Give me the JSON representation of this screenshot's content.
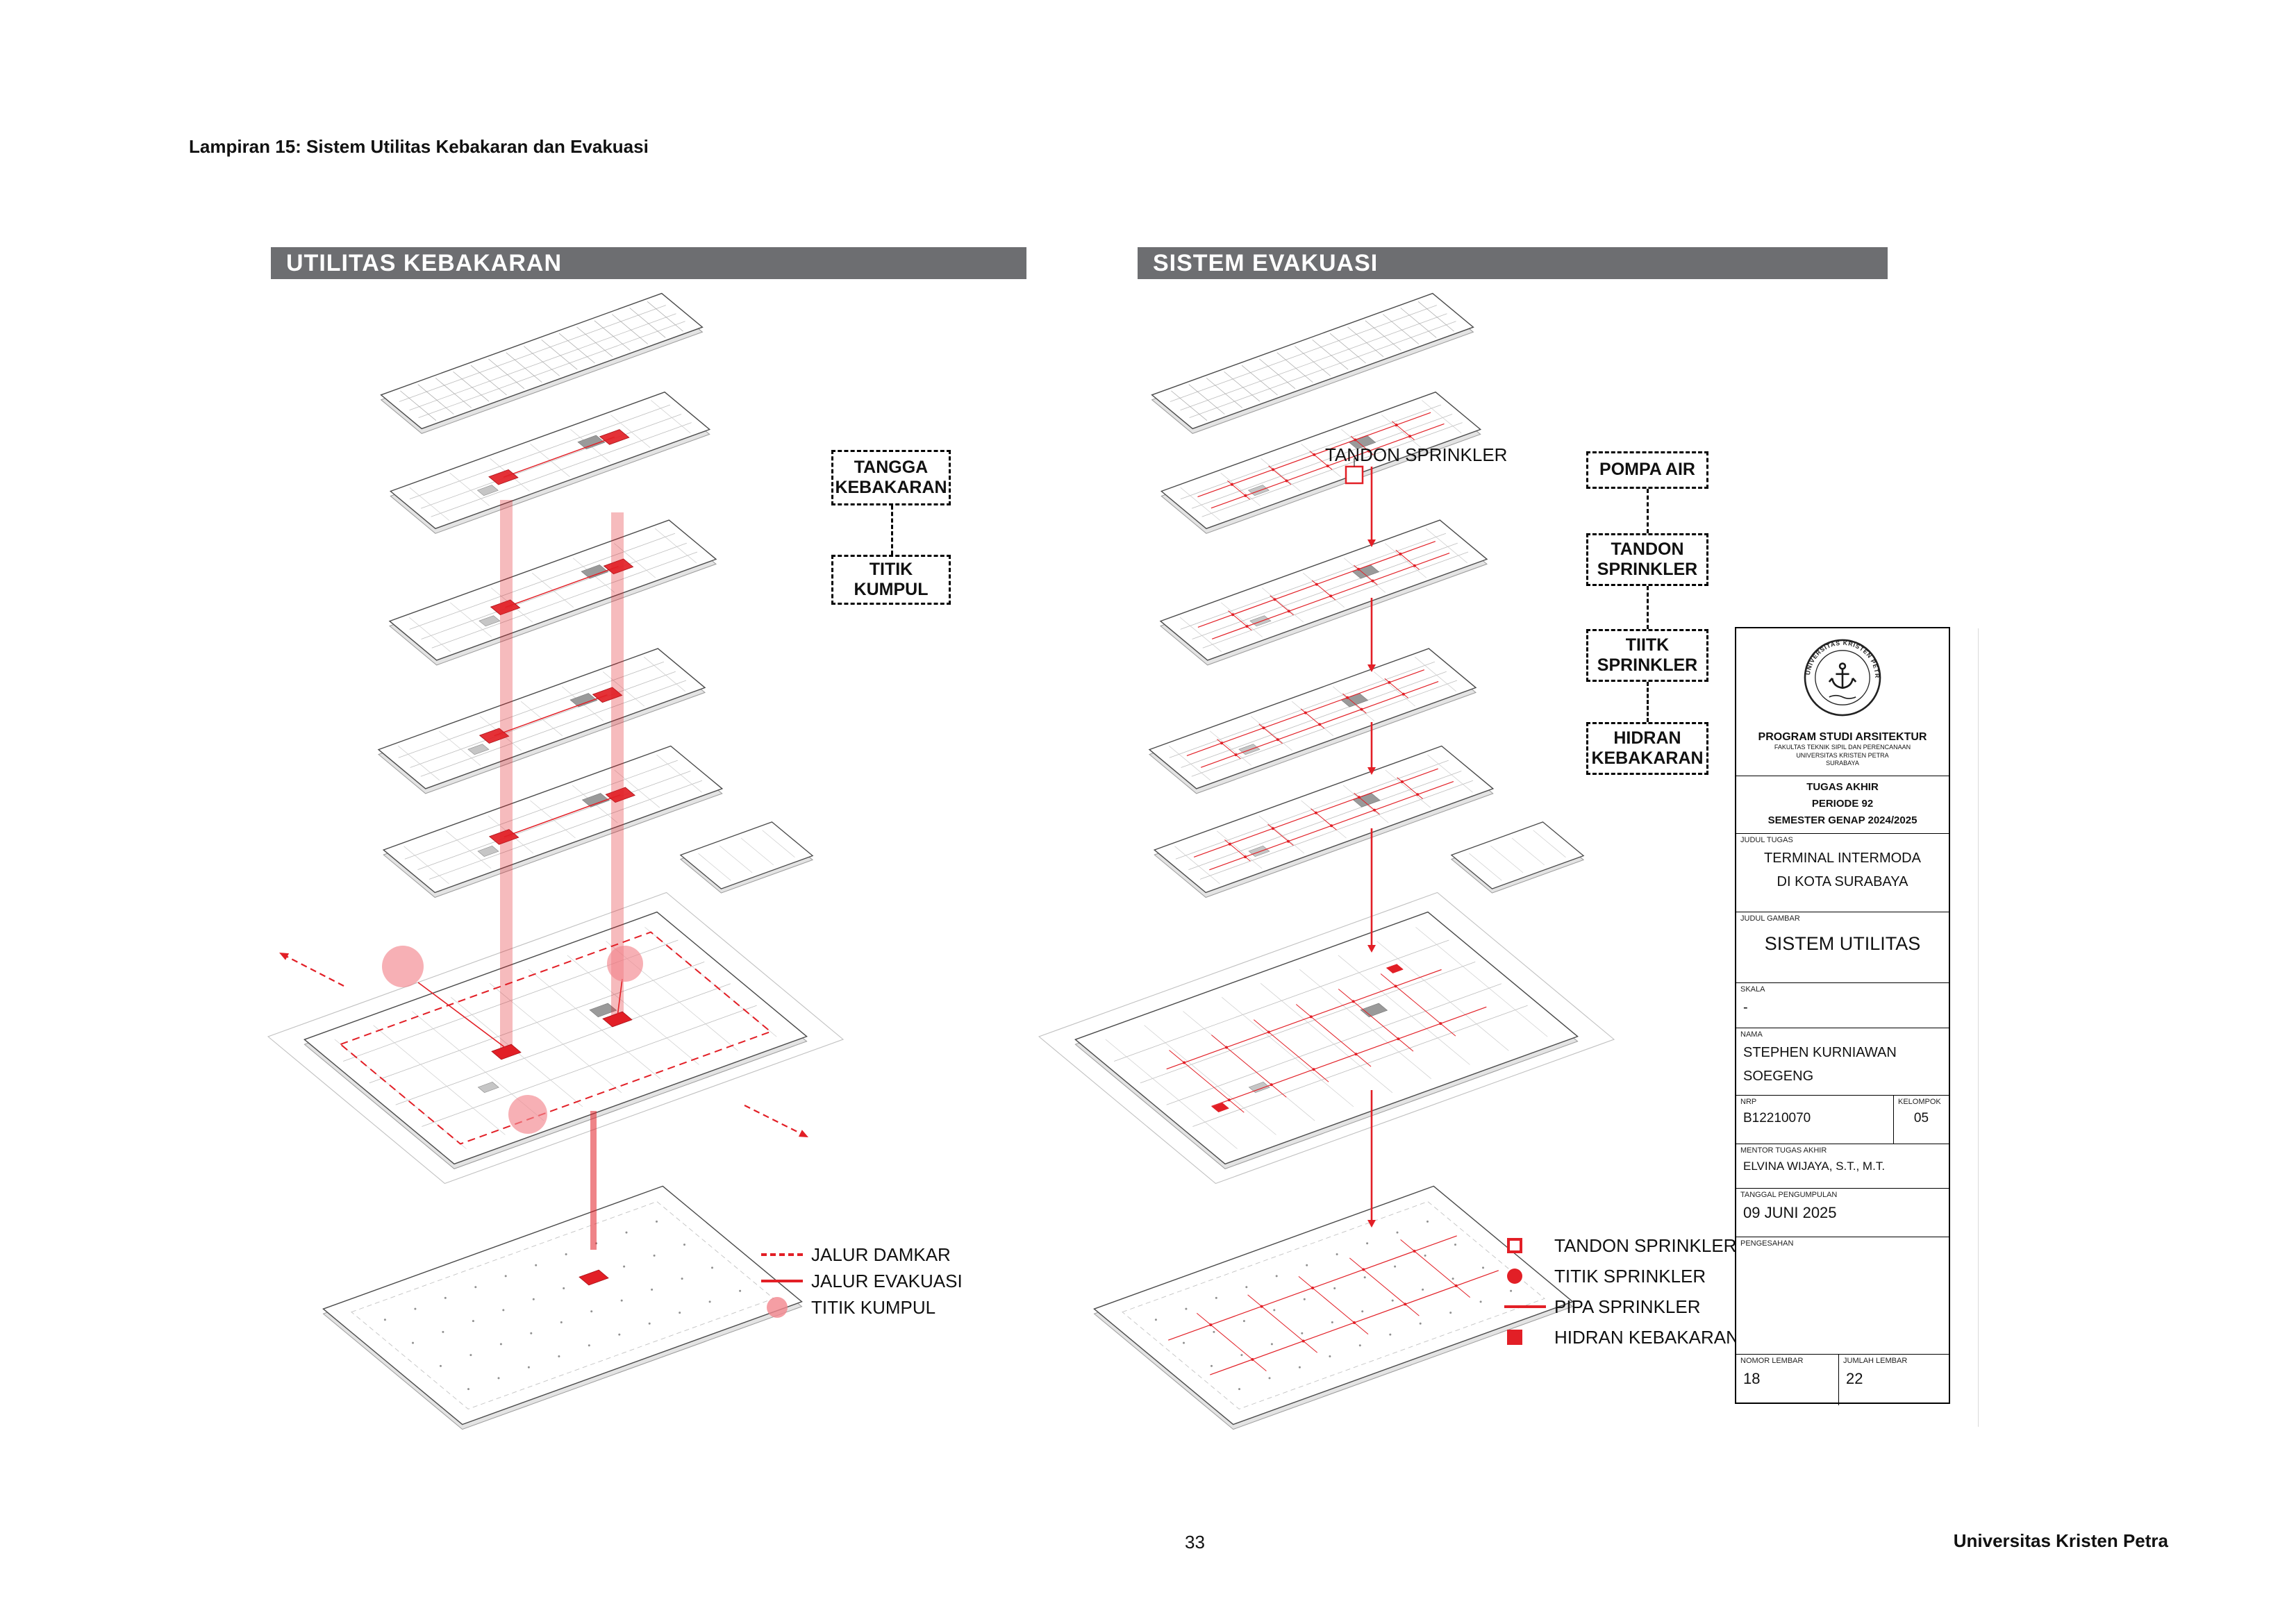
{
  "colors": {
    "accent_red": "#e21f26",
    "pink": "#f2868d",
    "header_bar_gray": "#6d6e71"
  },
  "page": {
    "header": "Lampiran 15: Sistem Utilitas Kebakaran dan Evakuasi",
    "page_number": "33",
    "footer_right": "Universitas Kristen Petra"
  },
  "left_panel": {
    "title": "UTILITAS KEBAKARAN",
    "callouts": [
      {
        "label": "TANGGA\nKEBAKARAN"
      },
      {
        "label": "TITIK\nKUMPUL"
      }
    ],
    "legend": [
      {
        "icon": "red-dashed-line",
        "label": "JALUR DAMKAR"
      },
      {
        "icon": "red-solid-line",
        "label": "JALUR EVAKUASI"
      },
      {
        "icon": "pink-filled-circle",
        "label": "TITIK KUMPUL"
      }
    ]
  },
  "right_panel": {
    "title": "SISTEM EVAKUASI",
    "annotation": "TANDON SPRINKLER",
    "callouts": [
      {
        "label": "POMPA AIR"
      },
      {
        "label": "TANDON\nSPRINKLER"
      },
      {
        "label": "TIITK\nSPRINKLER"
      },
      {
        "label": "HIDRAN\nKEBAKARAN"
      }
    ],
    "legend": [
      {
        "icon": "red-square-outline",
        "label": "TANDON SPRINKLER"
      },
      {
        "icon": "red-filled-circle",
        "label": "TITIK SPRINKLER"
      },
      {
        "icon": "red-solid-line",
        "label": "PIPA SPRINKLER"
      },
      {
        "icon": "red-filled-square",
        "label": "HIDRAN KEBAKARAN"
      }
    ]
  },
  "title_block": {
    "emblem_text": "UNIVERSITAS KRISTEN PETRA",
    "program": "PROGRAM STUDI ARSITEKTUR",
    "faculty_line1": "FAKULTAS TEKNIK SIPIL DAN PERENCANAAN",
    "faculty_line2": "UNIVERSITAS KRISTEN PETRA",
    "faculty_line3": "SURABAYA",
    "project_line1": "TUGAS AKHIR",
    "project_line2": "PERIODE 92",
    "project_line3": "SEMESTER GENAP 2024/2025",
    "judul_tugas_label": "JUDUL TUGAS",
    "judul_tugas_line1": "TERMINAL INTERMODA",
    "judul_tugas_line2": "DI KOTA SURABAYA",
    "judul_gambar_label": "JUDUL GAMBAR",
    "judul_gambar": "SISTEM UTILITAS",
    "skala_label": "SKALA",
    "skala_value": "-",
    "nama_label": "NAMA",
    "nama_line1": "STEPHEN KURNIAWAN",
    "nama_line2": "SOEGENG",
    "nrp_label": "NRP",
    "nrp_value": "B12210070",
    "kelompok_label": "KELOMPOK",
    "kelompok_value": "05",
    "mentor_label": "MENTOR TUGAS AKHIR",
    "mentor_value": "ELVINA WIJAYA, S.T., M.T.",
    "tanggal_label": "TANGGAL PENGUMPULAN",
    "tanggal_value": "09 JUNI 2025",
    "pengesahan_label": "PENGESAHAN",
    "nomor_lembar_label": "NOMOR LEMBAR",
    "nomor_lembar_value": "18",
    "jumlah_lembar_label": "JUMLAH LEMBAR",
    "jumlah_lembar_value": "22"
  }
}
